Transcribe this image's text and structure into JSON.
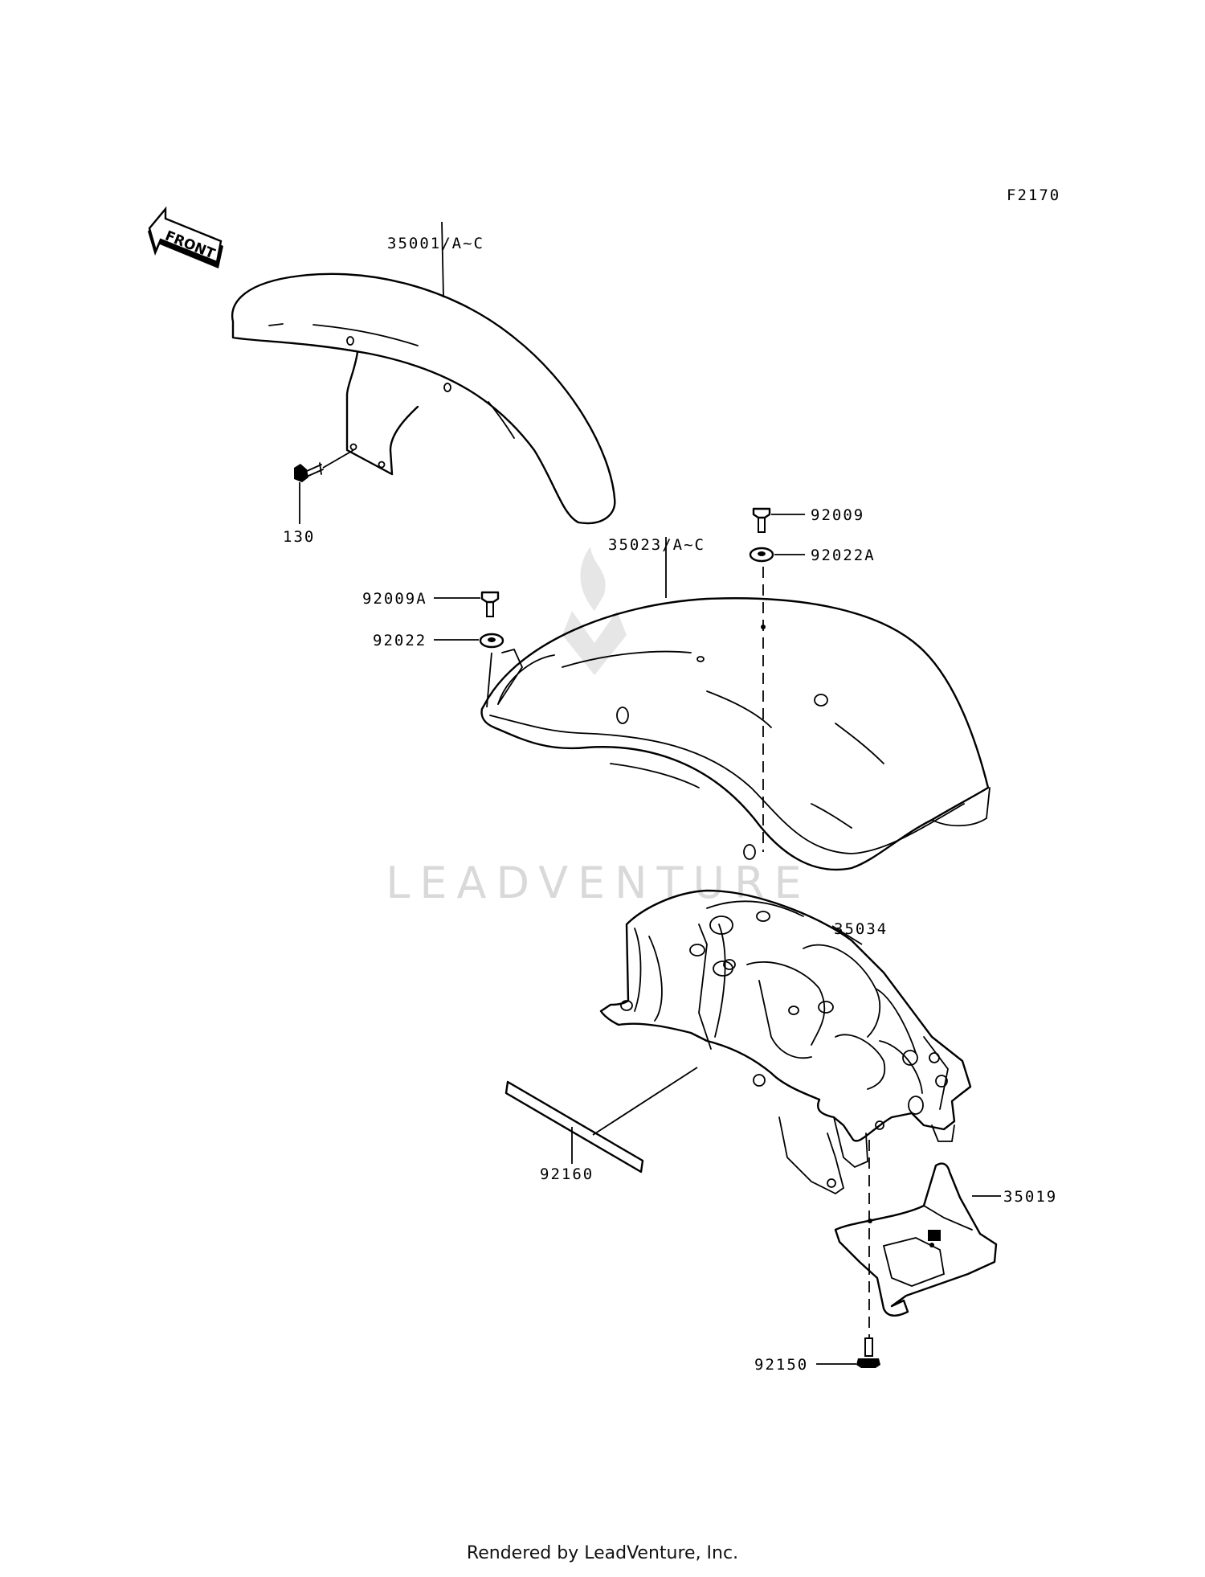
{
  "figure_code": "F2170",
  "front_arrow_label": "FRONT",
  "callouts": [
    {
      "id": "front-fender",
      "label": "35001/A~C"
    },
    {
      "id": "front-fender-bolt",
      "label": "130"
    },
    {
      "id": "rear-fender-bolt-right",
      "label": "92009"
    },
    {
      "id": "rear-fender-washer-right",
      "label": "92022A"
    },
    {
      "id": "rear-fender",
      "label": "35023/A~C"
    },
    {
      "id": "rear-fender-bolt-left",
      "label": "92009A"
    },
    {
      "id": "rear-fender-washer-left",
      "label": "92022"
    },
    {
      "id": "rear-fender-inner",
      "label": "35034"
    },
    {
      "id": "pad",
      "label": "92160"
    },
    {
      "id": "license-bracket",
      "label": "35019"
    },
    {
      "id": "bracket-bolt",
      "label": "92150"
    }
  ],
  "watermark": "LEADVENTURE",
  "footer": "Rendered by LeadVenture, Inc."
}
